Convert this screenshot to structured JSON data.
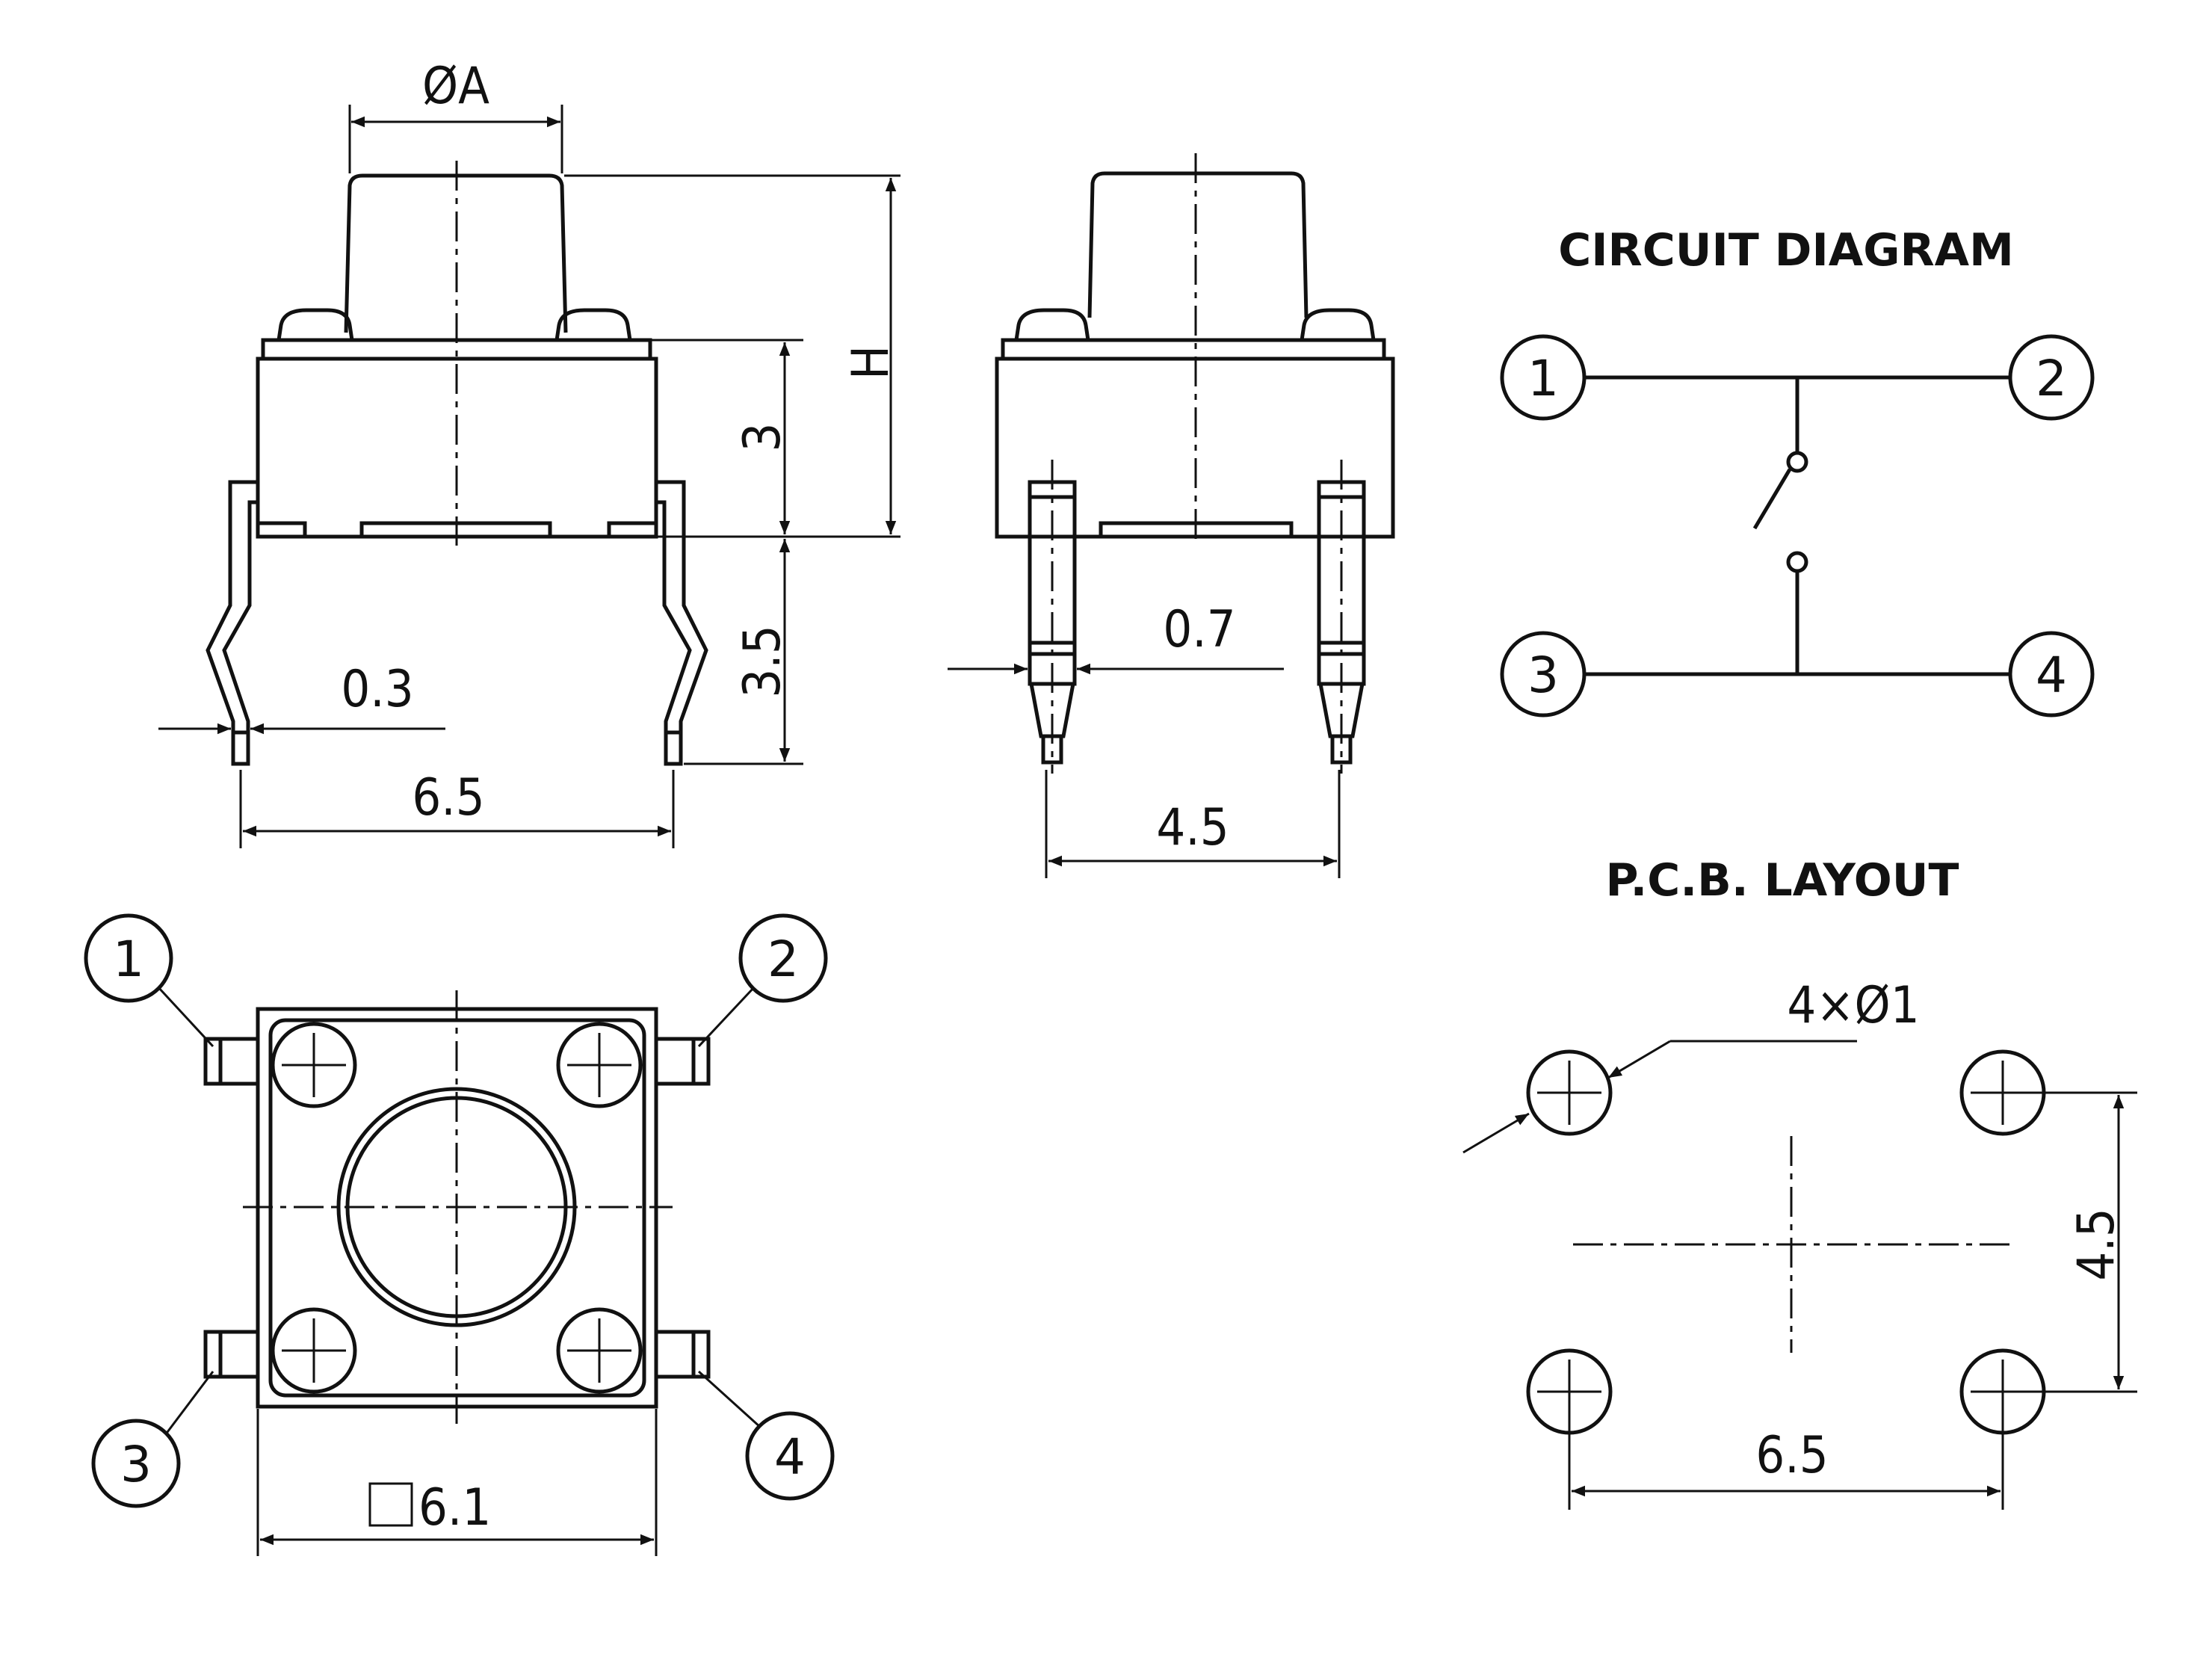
{
  "dimensions": {
    "diameter_a": "ØA",
    "height_h": "H",
    "body_height": "3",
    "lead_length": "3.5",
    "lead_thickness": "0.3",
    "lead_span": "6.5",
    "lead_width": "0.7",
    "pin_pitch": "4.5",
    "body_square": "6.1"
  },
  "circuit": {
    "heading": "CIRCUIT DIAGRAM",
    "pins": [
      "1",
      "2",
      "3",
      "4"
    ]
  },
  "bottom_view": {
    "pins": [
      "1",
      "2",
      "3",
      "4"
    ]
  },
  "pcb": {
    "heading": "P.C.B. LAYOUT",
    "hole_spec": "4×Ø1",
    "pitch_vertical": "4.5",
    "pitch_horizontal": "6.5"
  }
}
